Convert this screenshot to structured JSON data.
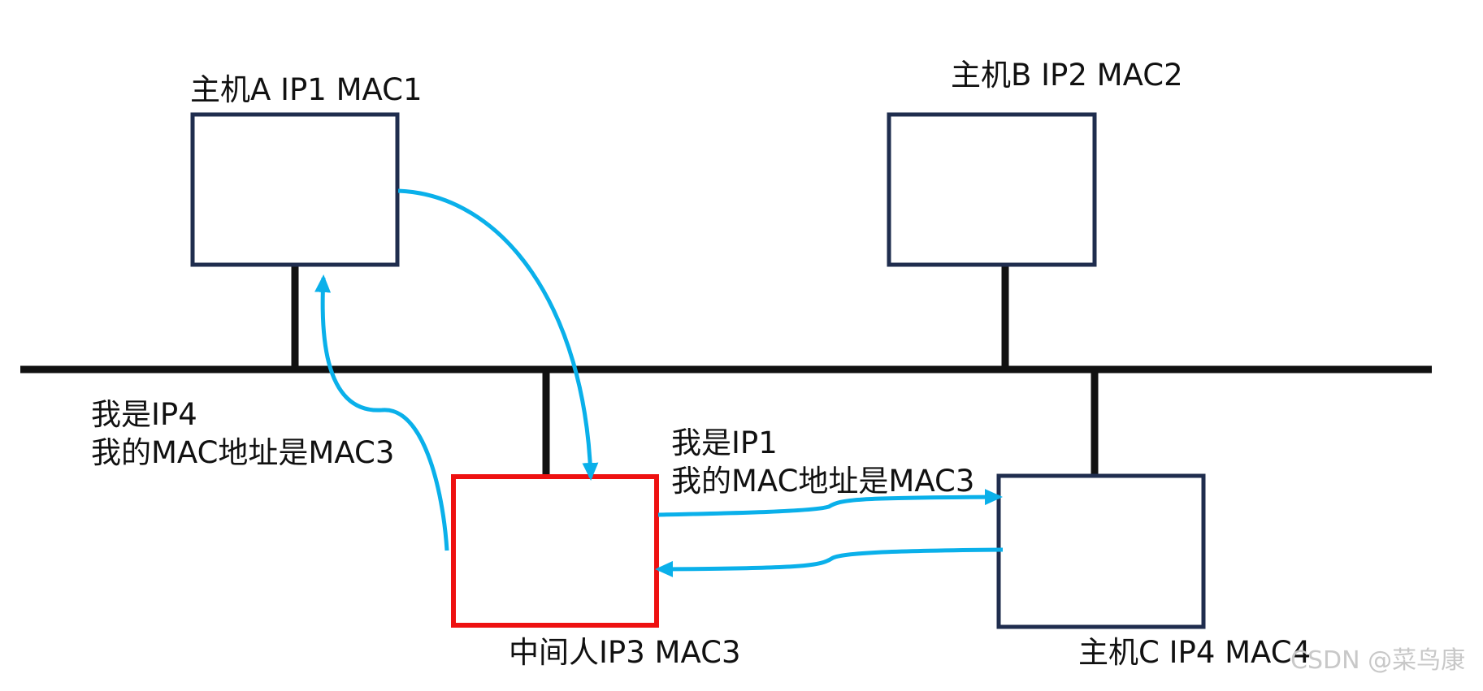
{
  "hosts": {
    "a": {
      "label": "主机A  IP1 MAC1"
    },
    "b": {
      "label": "主机B IP2 MAC2"
    },
    "c": {
      "label": "主机C IP4 MAC4"
    },
    "mitm": {
      "label": "中间人IP3 MAC3"
    }
  },
  "messages": {
    "to_a": {
      "line1": "我是IP4",
      "line2": "我的MAC地址是MAC3"
    },
    "to_c": {
      "line1": "我是IP1",
      "line2": "我的MAC地址是MAC3"
    }
  },
  "watermark": "CSDN @菜鸟康",
  "colors": {
    "host_border": "#1f2d4e",
    "mitm_border": "#ee1111",
    "bus": "#111111",
    "arrow": "#0ab0ea"
  }
}
